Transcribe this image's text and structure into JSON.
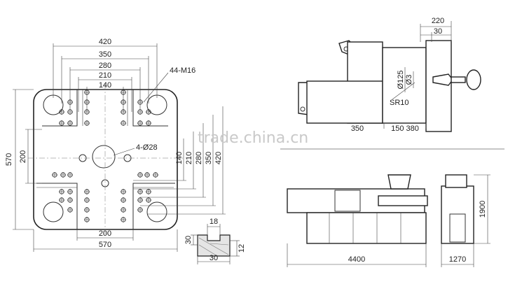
{
  "watermark": "trade.china.cn",
  "platen": {
    "dims_top": [
      "420",
      "350",
      "280",
      "210",
      "140"
    ],
    "dims_right": [
      "140",
      "210",
      "280",
      "350",
      "420"
    ],
    "left_outer": "570",
    "left_inner": "200",
    "bottom_inner": "200",
    "bottom_outer": "570",
    "bolt_label": "44-M16",
    "hole_label": "4-Ø28"
  },
  "slot": {
    "top": "18",
    "bottom": "30",
    "left": "30",
    "right": "12"
  },
  "nozzle": {
    "dim_220": "220",
    "dim_30": "30",
    "d125": "Ø125",
    "d3": "Ø3",
    "sr": "SR10",
    "stroke_350": "350",
    "stroke_150_380": "150 380"
  },
  "machine": {
    "length": "4400",
    "width": "1270",
    "height": "1900"
  }
}
